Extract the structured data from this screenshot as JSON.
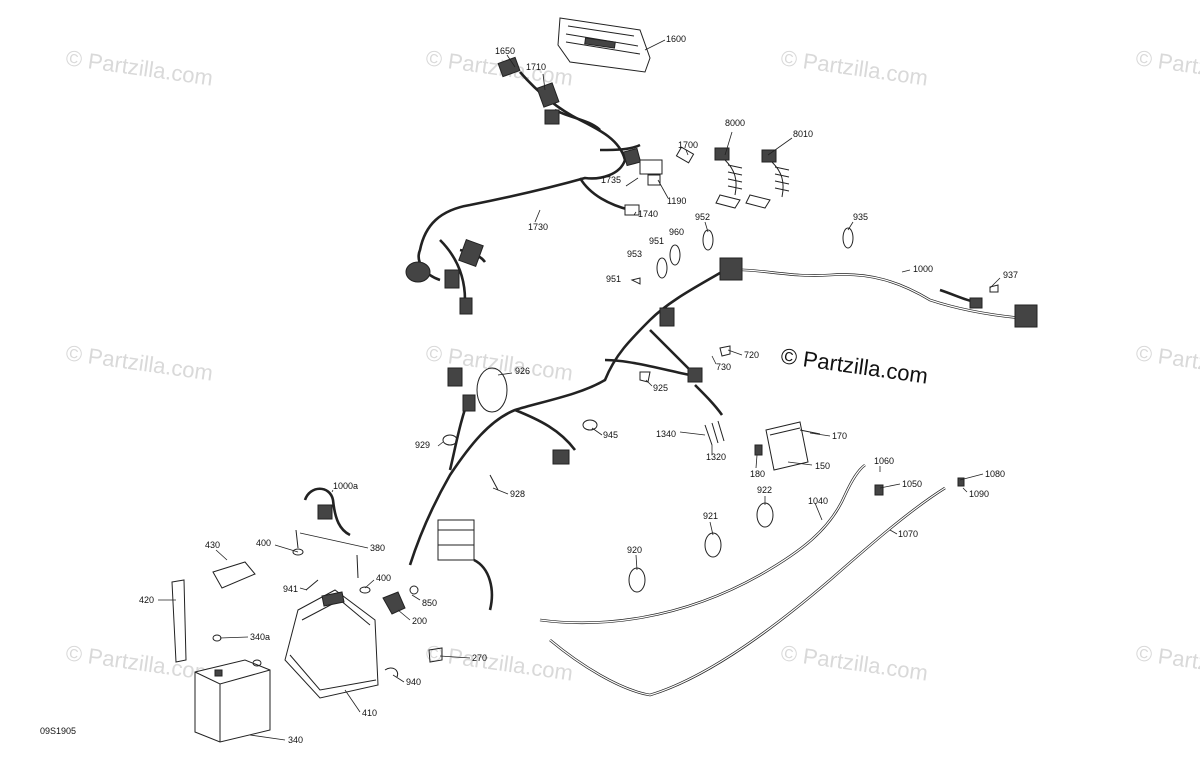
{
  "watermark": "© Partzilla.com",
  "brand_overlay": "© Partzilla.com",
  "diagram_code": "09S1905",
  "callouts": [
    {
      "id": "c1600",
      "text": "1600"
    },
    {
      "id": "c1650",
      "text": "1650"
    },
    {
      "id": "c1710",
      "text": "1710"
    },
    {
      "id": "c8000",
      "text": "8000"
    },
    {
      "id": "c8010",
      "text": "8010"
    },
    {
      "id": "c1700",
      "text": "1700"
    },
    {
      "id": "c1735",
      "text": "1735"
    },
    {
      "id": "c1190",
      "text": "1190"
    },
    {
      "id": "c1740",
      "text": "1740"
    },
    {
      "id": "c1730",
      "text": "1730"
    },
    {
      "id": "c952",
      "text": "952"
    },
    {
      "id": "c935",
      "text": "935"
    },
    {
      "id": "c951a",
      "text": "951"
    },
    {
      "id": "c960",
      "text": "960"
    },
    {
      "id": "c953",
      "text": "953"
    },
    {
      "id": "c951b",
      "text": "951"
    },
    {
      "id": "c1000",
      "text": "1000"
    },
    {
      "id": "c937",
      "text": "937"
    },
    {
      "id": "c720",
      "text": "720"
    },
    {
      "id": "c730",
      "text": "730"
    },
    {
      "id": "c926",
      "text": "926"
    },
    {
      "id": "c925",
      "text": "925"
    },
    {
      "id": "c1340",
      "text": "1340"
    },
    {
      "id": "c945",
      "text": "945"
    },
    {
      "id": "c170",
      "text": "170"
    },
    {
      "id": "c929",
      "text": "929"
    },
    {
      "id": "c1320",
      "text": "1320"
    },
    {
      "id": "c150",
      "text": "150"
    },
    {
      "id": "c180",
      "text": "180"
    },
    {
      "id": "c1060",
      "text": "1060"
    },
    {
      "id": "c1080",
      "text": "1080"
    },
    {
      "id": "c928",
      "text": "928"
    },
    {
      "id": "c922",
      "text": "922"
    },
    {
      "id": "c1050",
      "text": "1050"
    },
    {
      "id": "c1090",
      "text": "1090"
    },
    {
      "id": "c1000a",
      "text": "1000a"
    },
    {
      "id": "c1040",
      "text": "1040"
    },
    {
      "id": "c921",
      "text": "921"
    },
    {
      "id": "c1070",
      "text": "1070"
    },
    {
      "id": "c430",
      "text": "430"
    },
    {
      "id": "c400a",
      "text": "400"
    },
    {
      "id": "c380",
      "text": "380"
    },
    {
      "id": "c920",
      "text": "920"
    },
    {
      "id": "c941",
      "text": "941"
    },
    {
      "id": "c400b",
      "text": "400"
    },
    {
      "id": "c420",
      "text": "420"
    },
    {
      "id": "c850",
      "text": "850"
    },
    {
      "id": "c200",
      "text": "200"
    },
    {
      "id": "c340a",
      "text": "340a"
    },
    {
      "id": "c270",
      "text": "270"
    },
    {
      "id": "c940",
      "text": "940"
    },
    {
      "id": "c410",
      "text": "410"
    },
    {
      "id": "c340",
      "text": "340"
    }
  ]
}
